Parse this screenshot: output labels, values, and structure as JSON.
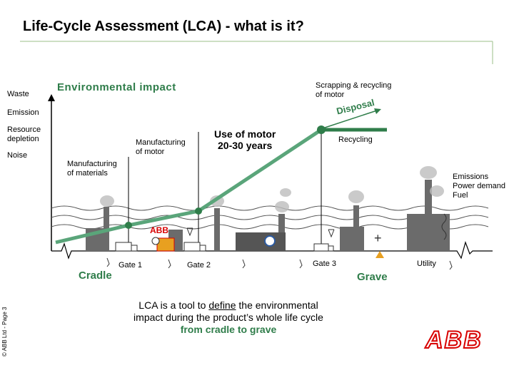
{
  "title": "Life-Cycle Assessment (LCA) - what is it?",
  "axis_label": "Environmental impact",
  "impact_categories": [
    "Waste",
    "Emission",
    "Resource\ndepletion",
    "Noise"
  ],
  "stages": {
    "materials": "Manufacturing\nof materials",
    "manufacturing": "Manufacturing\nof motor",
    "use": "Use of motor\n20-30 years",
    "scrapping": "Scrapping & recycling\nof motor",
    "disposal": "Disposal",
    "recycling": "Recycling",
    "utility_outputs": "Emissions\nPower demand\nFuel"
  },
  "gates": [
    "Gate 1",
    "Gate 2",
    "Gate 3"
  ],
  "utility": "Utility",
  "ends": {
    "start": "Cradle",
    "end": "Grave"
  },
  "logo_small": "ABB",
  "caption": {
    "line1_pre": "LCA is a tool to ",
    "line1_u": "define",
    "line1_post": " the environmental",
    "line2": "impact during the product’s whole life cycle",
    "line3": "from cradle to grave"
  },
  "footer": "© ABB Ltd - Page 3",
  "brand": "ABB",
  "colors": {
    "accent": "#2f7d4a",
    "line": "#5aa57a",
    "brand": "#d80000",
    "grid": "#9bbf8a"
  }
}
